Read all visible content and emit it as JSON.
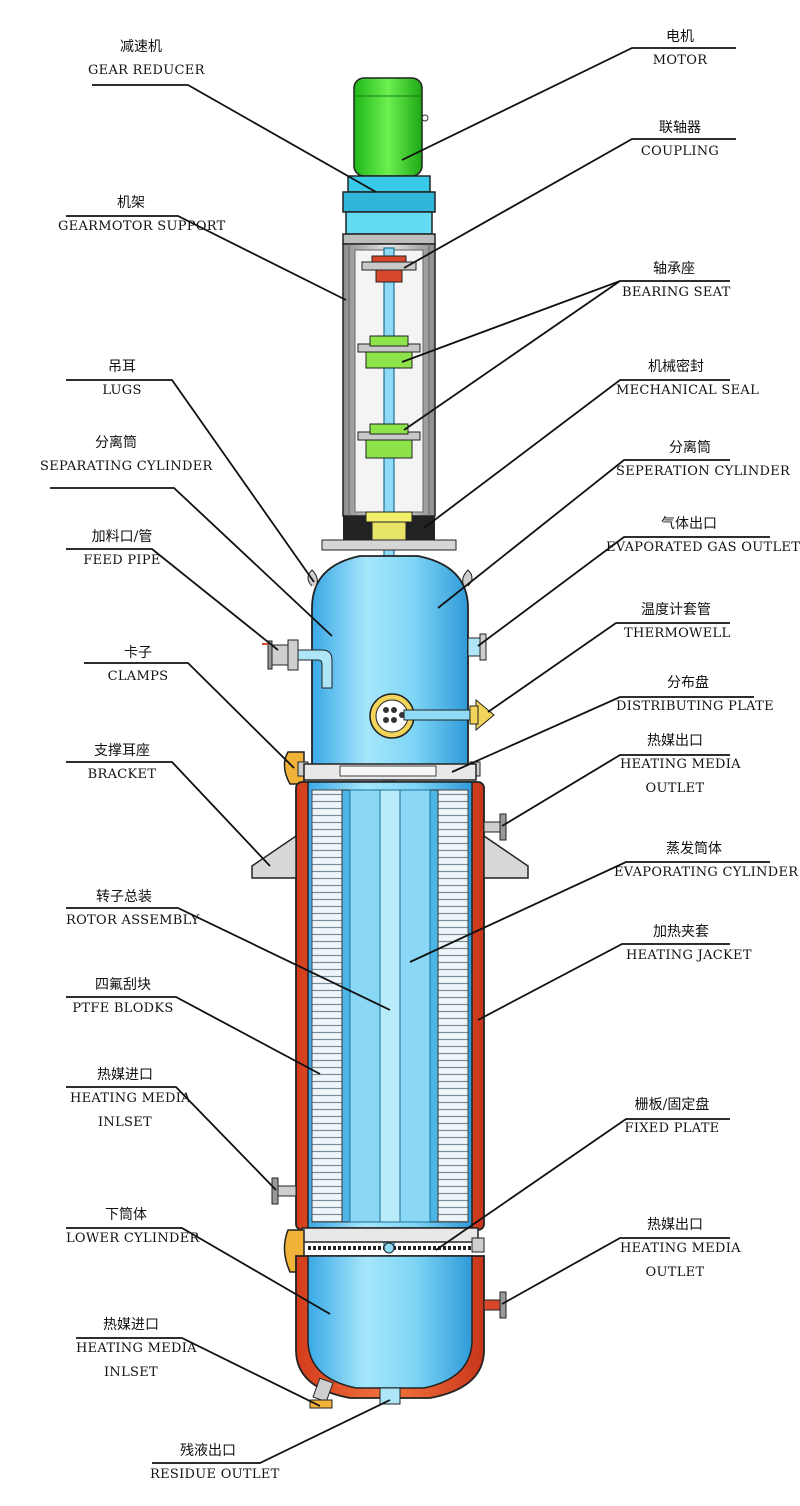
{
  "labels": {
    "gear_reducer": {
      "cn": "减速机",
      "en": "GEAR REDUCER"
    },
    "gearmotor_support": {
      "cn": "机架",
      "en": "GEARMOTOR SUPPORT"
    },
    "lugs": {
      "cn": "吊耳",
      "en": "LUGS"
    },
    "separating_cylinder": {
      "cn": "分离筒",
      "en": "SEPARATING CYLINDER"
    },
    "feed_pipe": {
      "cn": "加料口/管",
      "en": "FEED PIPE"
    },
    "clamps": {
      "cn": "卡子",
      "en": "CLAMPS"
    },
    "bracket": {
      "cn": "支撑耳座",
      "en": "BRACKET"
    },
    "rotor_assembly": {
      "cn": "转子总装",
      "en": "ROTOR ASSEMBLY"
    },
    "ptfe_blocks": {
      "cn": "四氟刮块",
      "en": "PTFE BLODKS"
    },
    "heating_media_inlet_upper": {
      "cn": "热媒进口",
      "en": "HEATING MEDIA",
      "en2": "INLSET"
    },
    "lower_cylinder": {
      "cn": "下筒体",
      "en": "LOWER CYLINDER"
    },
    "heating_media_inlet_lower": {
      "cn": "热媒进口",
      "en": "HEATING MEDIA",
      "en2": "INLSET"
    },
    "residue_outlet": {
      "cn": "残液出口",
      "en": "RESIDUE OUTLET"
    },
    "motor": {
      "cn": "电机",
      "en": "MOTOR"
    },
    "coupling": {
      "cn": "联轴器",
      "en": "COUPLING"
    },
    "bearing_seat": {
      "cn": "轴承座",
      "en": "BEARING SEAT"
    },
    "mechanical_seal": {
      "cn": "机械密封",
      "en": "MECHANICAL SEAL"
    },
    "seperation_cylinder": {
      "cn": "分离筒",
      "en": "SEPERATION CYLINDER"
    },
    "evaporated_gas_outlet": {
      "cn": "气体出口",
      "en": "EVAPORATED GAS OUTLET"
    },
    "thermowell": {
      "cn": "温度计套管",
      "en": "THERMOWELL"
    },
    "distributing_plate": {
      "cn": "分布盘",
      "en": "DISTRIBUTING PLATE"
    },
    "heating_media_outlet_upper": {
      "cn": "热媒出口",
      "en": "HEATING MEDIA",
      "en2": "OUTLET"
    },
    "evaporating_cylinder": {
      "cn": "蒸发筒体",
      "en": "EVAPORATING CYLINDER"
    },
    "heating_jacket": {
      "cn": "加热夹套",
      "en": "HEATING JACKET"
    },
    "fixed_plate": {
      "cn": "栅板/固定盘",
      "en": "FIXED PLATE"
    },
    "heating_media_outlet_lower": {
      "cn": "热媒出口",
      "en": "HEATING MEDIA",
      "en2": "OUTLET"
    }
  },
  "colors": {
    "motor_green": "#33dd22",
    "reducer_cyan": "#39c9e8",
    "vessel_blue": "#6fd0f2",
    "jacket_orange": "#e8542a",
    "frame_grey": "#c8c8c8",
    "bearing_green": "#8ee24a",
    "coupling_red": "#d9472a",
    "seal_yellow": "#f4f06a"
  }
}
